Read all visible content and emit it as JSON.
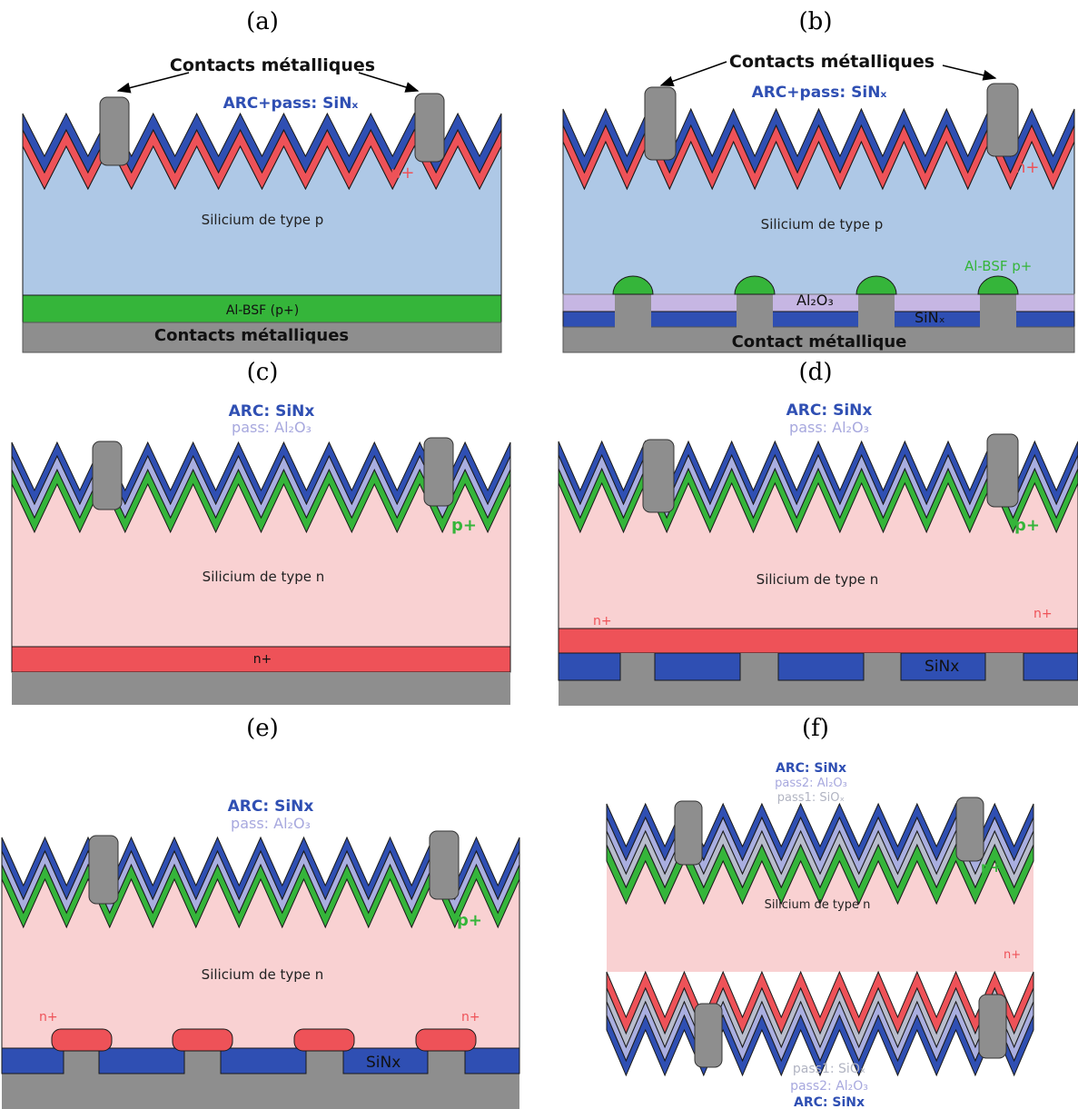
{
  "colors": {
    "sinx": "#2f4fb3",
    "al2o3": "#a9aee0",
    "siox": "#b8bccc",
    "n_plus": "#ee5258",
    "p_plus": "#35b53a",
    "metal": "#8e8e8e",
    "si_p": "#aec8e6",
    "si_n": "#f9d1d2",
    "al2o3_back": "#c6b6e3",
    "text_blue": "#2f4fb3",
    "text_lavender": "#a7a8de",
    "text_gray": "#b1b4c2",
    "text_red": "#ee5258",
    "text_green": "#35b53a"
  },
  "panels": {
    "a": {
      "caption": "(a)",
      "contacts": "Contacts métalliques",
      "arc": "ARC+pass: SiNₓ",
      "n_plus": "n+",
      "bulk": "Silicium de type p",
      "bsf": "Al-BSF (p+)",
      "back_contacts": "Contacts métalliques"
    },
    "b": {
      "caption": "(b)",
      "contacts": "Contacts métalliques",
      "arc": "ARC+pass: SiNₓ",
      "n_plus": "n+",
      "bulk": "Silicium de type p",
      "bsf": "Al-BSF p+",
      "al2o3": "Al₂O₃",
      "sinx": "SiNₓ",
      "back_contact": "Contact métallique"
    },
    "c": {
      "caption": "(c)",
      "arc": "ARC: SiNx",
      "pass": "pass: Al₂O₃",
      "p_plus": "p+",
      "bulk": "Silicium de type n",
      "n_plus": "n+"
    },
    "d": {
      "caption": "(d)",
      "arc": "ARC: SiNx",
      "pass": "pass: Al₂O₃",
      "p_plus": "p+",
      "bulk": "Silicium de type n",
      "n_plus_left": "n+",
      "n_plus_right": "n+",
      "sinx": "SiNx"
    },
    "e": {
      "caption": "(e)",
      "arc": "ARC: SiNx",
      "pass": "pass: Al₂O₃",
      "p_plus": "p+",
      "bulk": "Silicium de type n",
      "n_plus_left": "n+",
      "n_plus_right": "n+",
      "sinx": "SiNx"
    },
    "f": {
      "caption": "(f)",
      "arc_top": "ARC: SiNx",
      "pass2_top": "pass2: Al₂O₃",
      "pass1_top": "pass1: SiOₓ",
      "p_plus": "p+",
      "bulk": "Silicium de type n",
      "n_plus": "n+",
      "pass1_bottom": "pass1: SiOₓ",
      "pass2_bottom": "pass2: Al₂O₃",
      "arc_bottom": "ARC: SiNx"
    }
  }
}
